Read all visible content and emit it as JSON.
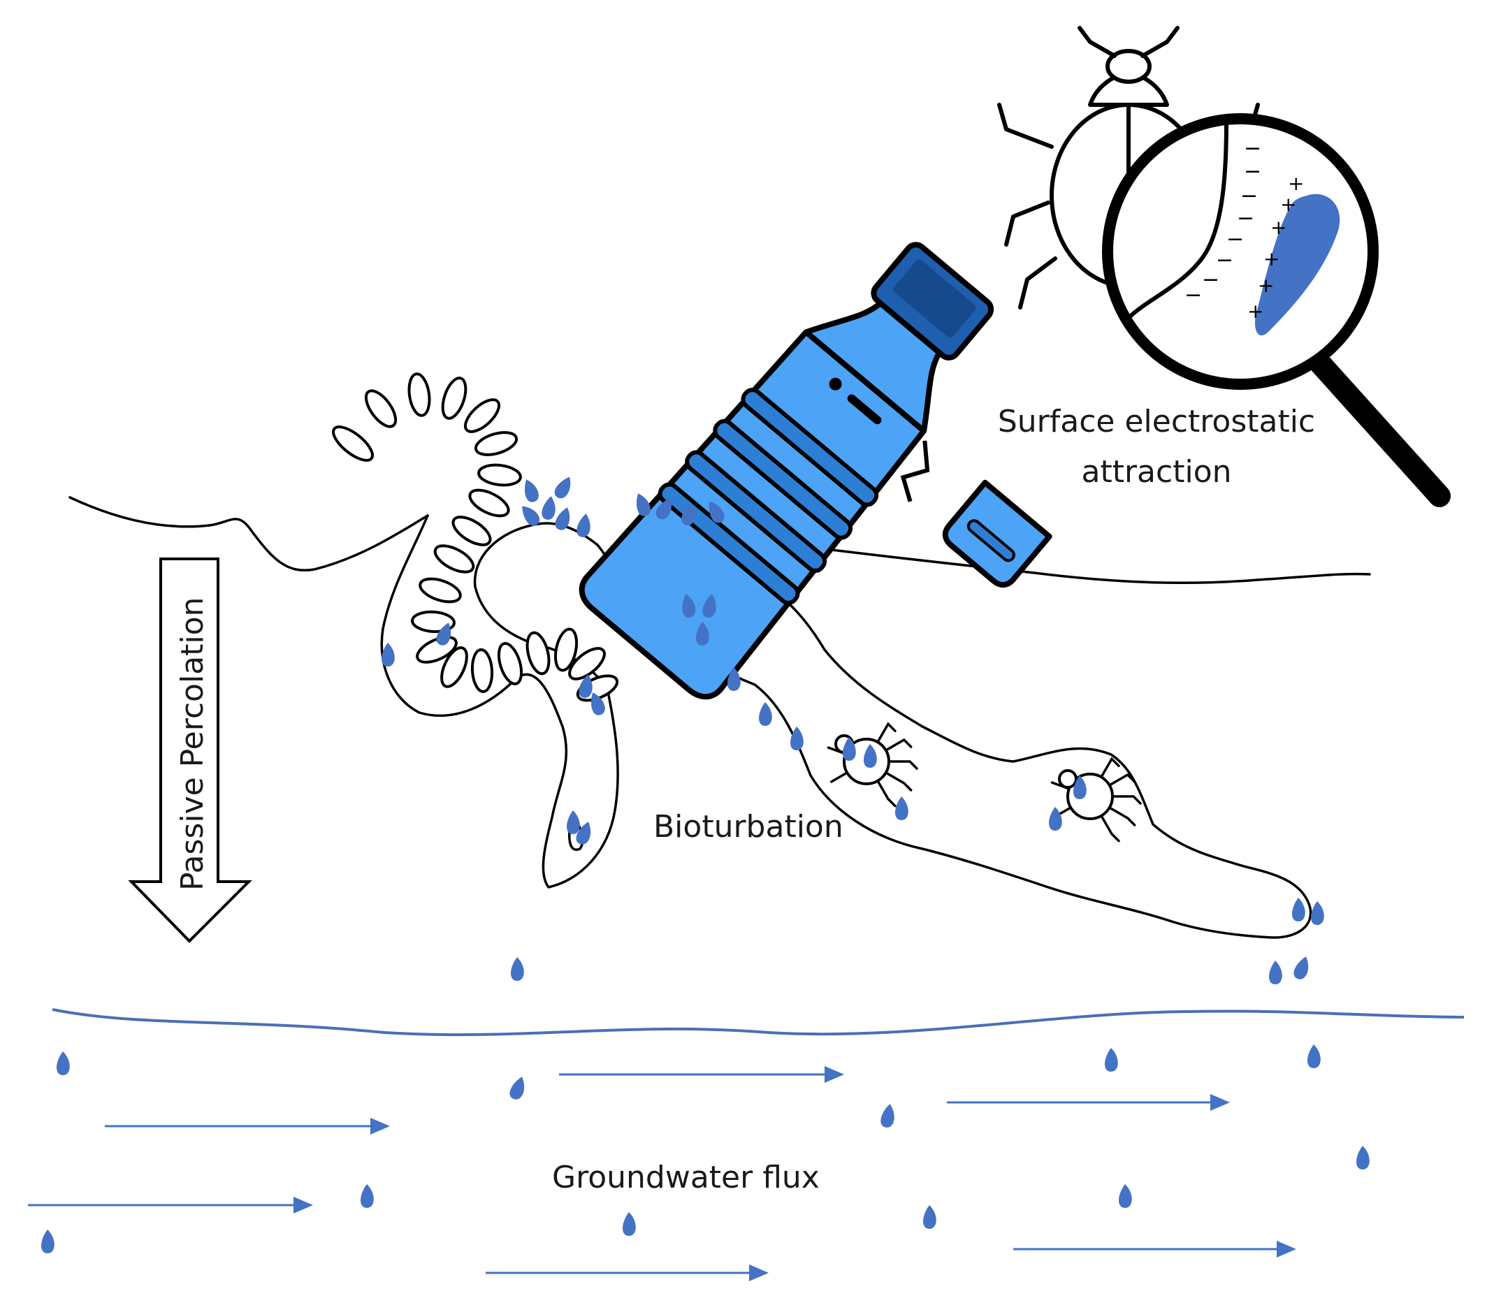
{
  "labels": {
    "percolation": "Passive Percolation",
    "electrostatic_line1": "Surface electrostatic",
    "electrostatic_line2": "attraction",
    "bioturbation": "Bioturbation",
    "groundwater": "Groundwater flux"
  },
  "charges": {
    "negative": "−",
    "positive": "+"
  },
  "colors": {
    "particle": "#4472c4",
    "bottle_body": "#4da3f5",
    "bottle_dark": "#1f5fb0",
    "outline": "#000000",
    "water_table": "#4a6fb5"
  },
  "icons": [
    "earthworm-icon",
    "plastic-bottle-icon",
    "beetle-icon",
    "magnifying-glass-icon",
    "mite-icon",
    "down-arrow-icon"
  ]
}
